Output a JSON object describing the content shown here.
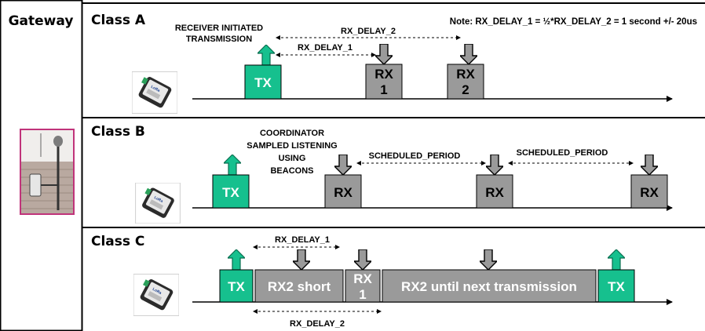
{
  "gateway": {
    "label": "Gateway"
  },
  "classes": {
    "a": {
      "title": "Class A",
      "note": "Note: RX_DELAY_1 = ½*RX_DELAY_2 = 1 second  +/- 20us",
      "caption_line1": "RECEIVER INITIATED",
      "caption_line2": "TRANSMISSION",
      "delay1": "RX_DELAY_1",
      "delay2": "RX_DELAY_2",
      "tx": "TX",
      "rx1_l1": "RX",
      "rx1_l2": "1",
      "rx2_l1": "RX",
      "rx2_l2": "2"
    },
    "b": {
      "title": "Class B",
      "caption_line1": "COORDINATOR",
      "caption_line2": "SAMPLED LISTENING",
      "caption_line3": "USING",
      "caption_line4": "BEACONS",
      "period1": "SCHEDULED_PERIOD",
      "period2": "SCHEDULED_PERIOD",
      "tx": "TX",
      "rx": "RX"
    },
    "c": {
      "title": "Class C",
      "delay1": "RX_DELAY_1",
      "delay2": "RX_DELAY_2",
      "tx": "TX",
      "rx2_short": "RX2 short",
      "rx1_l1": "RX",
      "rx1_l2": "1",
      "rx2_until": "RX2 until next transmission"
    }
  },
  "colors": {
    "tx_green": "#16c08e",
    "rx_gray": "#9a9a9a",
    "border": "#000000",
    "device_frame": "#c0337a"
  }
}
